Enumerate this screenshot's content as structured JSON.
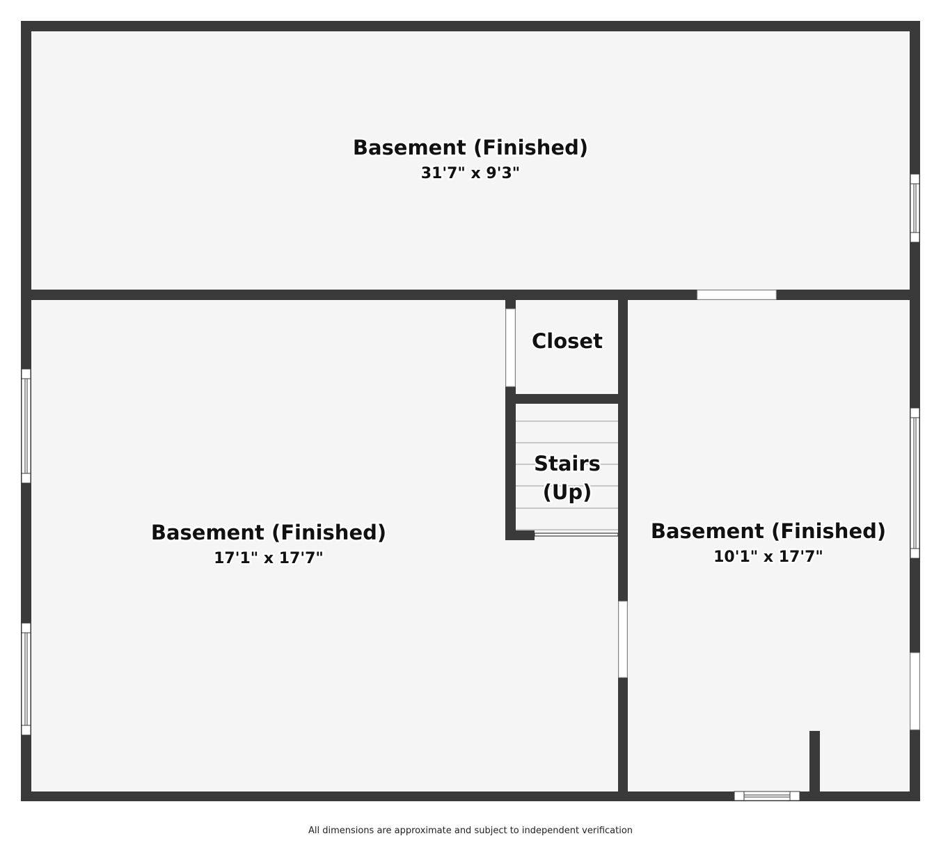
{
  "rooms": {
    "top": {
      "name": "Basement (Finished)",
      "dims": "31'7\" x 9'3\""
    },
    "left": {
      "name": "Basement (Finished)",
      "dims": "17'1\" x 17'7\""
    },
    "right": {
      "name": "Basement (Finished)",
      "dims": "10'1\" x 17'7\""
    },
    "closet": {
      "name": "Closet"
    },
    "stairs": {
      "line1": "Stairs",
      "line2": "(Up)"
    }
  },
  "footer": {
    "disclaimer": "All dimensions are approximate and subject to independent verification"
  },
  "colors": {
    "wall": "#3a3a3a",
    "floor": "#f5f5f5",
    "background": "#ffffff"
  }
}
